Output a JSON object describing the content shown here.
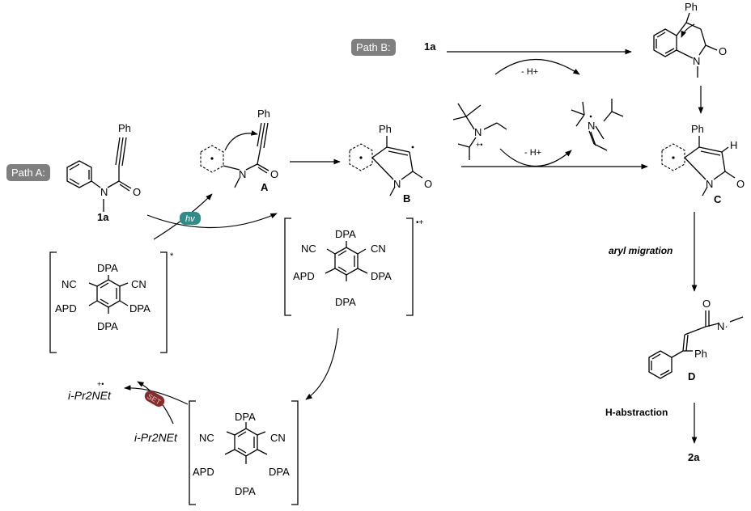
{
  "path_labels": {
    "path_a": "Path A:",
    "path_b": "Path B:"
  },
  "compounds": {
    "substrate": "1a",
    "intermediate_a": "A",
    "intermediate_b": "B",
    "intermediate_c": "C",
    "intermediate_d": "D",
    "product": "2a"
  },
  "atoms": {
    "ph": "Ph",
    "n": "N",
    "o": "O",
    "h": "H",
    "n_methyl_radical": "N·"
  },
  "catalyst": {
    "dpa": "DPA",
    "apd": "APD",
    "nc": "NC",
    "cn": "CN",
    "excited_mark": "*",
    "radical_cation_mark": "•+"
  },
  "reagents": {
    "amine": "i-Pr2NEt",
    "amine_radical_cation": "i-Pr2NEt",
    "radical_cation_mark": "+•",
    "light": "hv",
    "set": "SET",
    "deprotonation": "- H+",
    "deprotonation_top": "- H+",
    "iminium_n": "N",
    "amine_n": "N"
  },
  "steps": {
    "aryl_migration": "aryl migration",
    "h_abstraction": "H-abstraction"
  },
  "colors": {
    "hv_badge": "#2e8c8a",
    "set_badge": "#8a2a2a",
    "path_badge": "#7f7f7f"
  }
}
